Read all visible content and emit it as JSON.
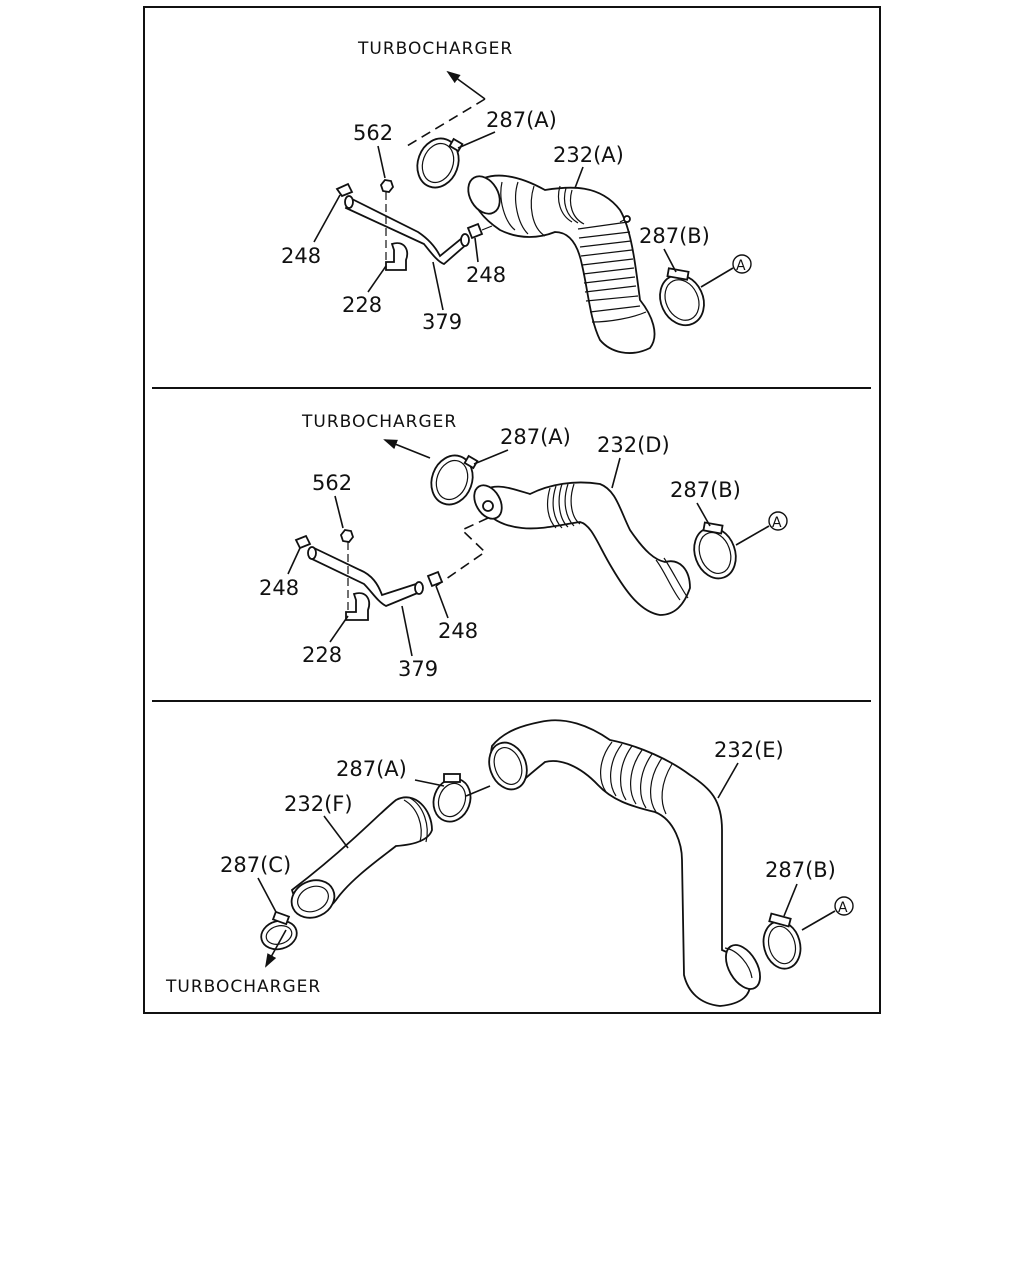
{
  "panels": [
    {
      "turbo_label": "TURBOCHARGER",
      "labels": {
        "c287a": "287(A)",
        "c562": "562",
        "c232": "232(A)",
        "c287b": "287(B)",
        "c248_left": "248",
        "c248_right": "248",
        "c228": "228",
        "c379": "379",
        "ref": "A"
      }
    },
    {
      "turbo_label": "TURBOCHARGER",
      "labels": {
        "c287a": "287(A)",
        "c232": "232(D)",
        "c562": "562",
        "c287b": "287(B)",
        "c248_left": "248",
        "c248_right": "248",
        "c228": "228",
        "c379": "379",
        "ref": "A"
      }
    },
    {
      "turbo_label": "TURBOCHARGER",
      "labels": {
        "c287a": "287(A)",
        "c232e": "232(E)",
        "c232f": "232(F)",
        "c287c": "287(C)",
        "c287b": "287(B)",
        "ref": "A"
      }
    }
  ]
}
